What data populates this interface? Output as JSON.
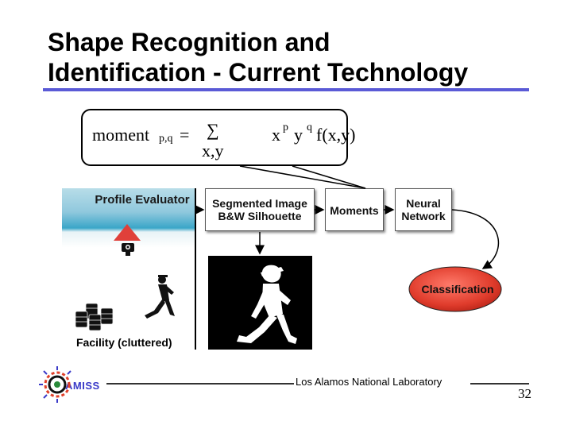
{
  "slide": {
    "title_line1": "Shape Recognition and",
    "title_line2": "Identification - Current Technology",
    "page_number": "32"
  },
  "formula": {
    "lhs": "moment",
    "lhs_sub": "p,q",
    "equals": "=",
    "sum_symbol": "∑",
    "sum_index": "x,y",
    "term_x": "x",
    "exp_p": "p",
    "term_y": "y",
    "exp_q": "q",
    "term_f": "f(x,y)"
  },
  "diagram": {
    "profile_evaluator": "Profile Evaluator",
    "segmented_image": "Segmented Image B&W Silhouette",
    "moments": "Moments",
    "neural_network": "Neural Network",
    "classification": "Classification",
    "facility": "Facility (cluttered)"
  },
  "footer": {
    "lab_name": "Los Alamos National Laboratory",
    "logo_text": "AMISS"
  },
  "colors": {
    "title_rule": "#5a5ad6",
    "classification_fill": "#e03c2c",
    "beacon": "#e0403a"
  }
}
